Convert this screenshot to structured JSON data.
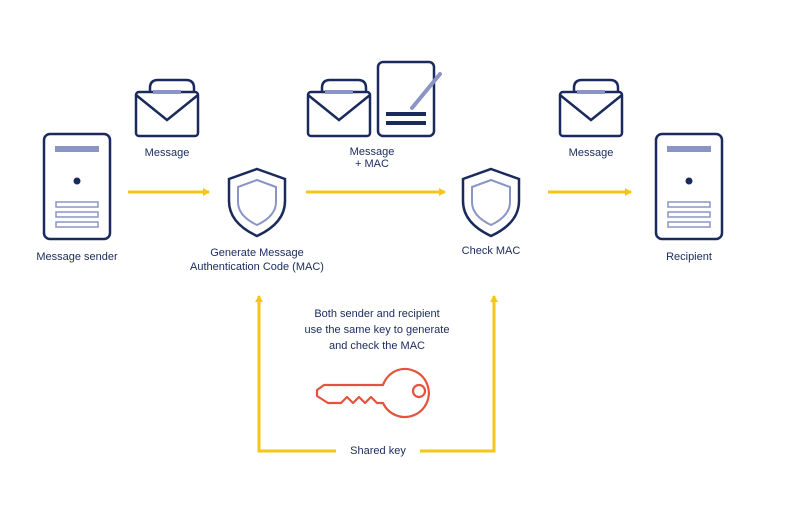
{
  "labels": {
    "sender": "Message sender",
    "message_1": "Message",
    "message_mac_line1": "Message",
    "message_mac_line2": "+ MAC",
    "message_3": "Message",
    "generate_line1": "Generate Message",
    "generate_line2": "Authentication Code (MAC)",
    "check": "Check MAC",
    "recipient": "Recipient",
    "note_line1": "Both sender and recipient",
    "note_line2": "use the same key to generate",
    "note_line3": "and check the MAC",
    "shared_key": "Shared key"
  },
  "colors": {
    "navy": "#1a2a5c",
    "blue_fill": "#8a95c6",
    "arrow": "#f5c518",
    "key": "#e5533d"
  },
  "icons": [
    "server-icon",
    "envelope-icon",
    "shield-icon",
    "document-pen-icon",
    "key-icon"
  ]
}
